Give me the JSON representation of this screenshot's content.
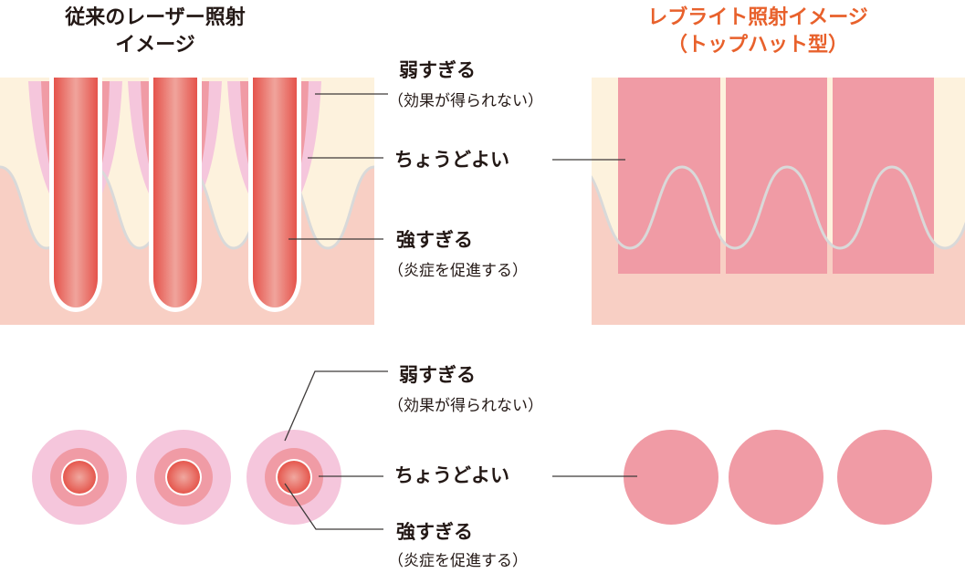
{
  "left_title": [
    "従来のレーザー照射",
    "イメージ"
  ],
  "right_title": [
    "レブライト照射イメージ",
    "（トップハット型）"
  ],
  "labels": {
    "weak": "弱すぎる",
    "weak_note": "（効果が得られない）",
    "good": "ちょうどよい",
    "strong": "強すぎる",
    "strong_note": "（炎症を促進する）"
  },
  "colors": {
    "accent": "#e8612c",
    "cream": "#fdf2dd",
    "skin": "#f8cfc4",
    "light_pink": "#f5c6dc",
    "pink": "#f09ba5",
    "red": "#e5534b",
    "wave": "#d9d9d9"
  }
}
